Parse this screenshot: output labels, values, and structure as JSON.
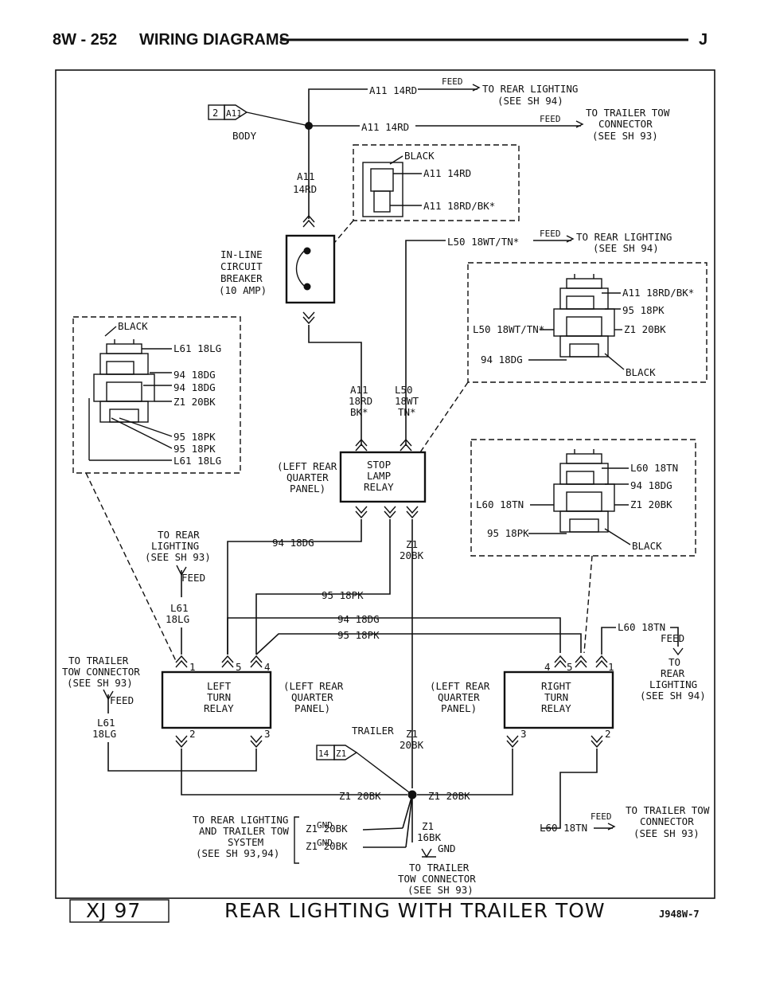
{
  "header": {
    "left": "8W - 252",
    "middle": "WIRING DIAGRAMS",
    "right": "J"
  },
  "footer": {
    "model": "XJ 97",
    "title": "REAR LIGHTING WITH TRAILER TOW",
    "code": "J948W-7"
  },
  "splice_body": {
    "num": "2",
    "name": "A11",
    "location": "BODY"
  },
  "splice_ground": {
    "num": "14",
    "name": "Z1",
    "label": "TRAILER"
  },
  "wires": {
    "a11": "A11 14RD",
    "a11_bk": "A11 18RD/BK*",
    "a11_v": [
      "A11",
      "14RD"
    ],
    "a11_18": [
      "A11",
      "18RD",
      "BK*"
    ],
    "l50": "L50 18WT/TN*",
    "l50_v": [
      "L50",
      "18WT",
      "TN*"
    ],
    "l60": "L60 18TN",
    "l61": "L61 18LG",
    "l61_v": [
      "L61",
      "18LG"
    ],
    "dg94": "94 18DG",
    "pk95": "95 18PK",
    "z1_20": "Z1 20BK",
    "z1_20v": [
      "Z1",
      "20BK"
    ],
    "z1_16": [
      "Z1",
      "16BK"
    ]
  },
  "words": {
    "feed": "FEED",
    "black": "BLACK",
    "gnd": "GND",
    "stop_relay": [
      "STOP",
      "LAMP",
      "RELAY"
    ]
  },
  "refs": {
    "rear_sh94": [
      "TO REAR LIGHTING",
      "(SEE SH 94)"
    ],
    "trailer_sh93": [
      "TO TRAILER TOW",
      "CONNECTOR",
      "(SEE SH 93)"
    ],
    "rear_sh93": [
      "TO REAR",
      "LIGHTING",
      "(SEE SH 93)"
    ],
    "trailer_left": [
      "TO TRAILER",
      "TOW CONNECTOR",
      "(SEE SH 93)"
    ],
    "rear_right": [
      "TO",
      "REAR",
      "LIGHTING",
      "(SEE SH 94)"
    ],
    "rear_trailer_sys": [
      "TO REAR LIGHTING",
      "AND TRAILER TOW",
      "SYSTEM",
      "(SEE SH 93,94)"
    ],
    "trailer_bottom": [
      "TO TRAILER",
      "TOW CONNECTOR",
      "(SEE SH 93)"
    ]
  },
  "breaker": [
    "IN-LINE",
    "CIRCUIT",
    "BREAKER",
    "(10 AMP)"
  ],
  "panel": [
    "(LEFT REAR",
    "QUARTER",
    "PANEL)"
  ],
  "left_relay": {
    "lines": [
      "LEFT",
      "TURN",
      "RELAY"
    ],
    "pins": [
      "1",
      "5",
      "4",
      "2",
      "3"
    ]
  },
  "right_relay": {
    "lines": [
      "RIGHT",
      "TURN",
      "RELAY"
    ],
    "pins": [
      "4",
      "5",
      "1",
      "3",
      "2"
    ]
  }
}
